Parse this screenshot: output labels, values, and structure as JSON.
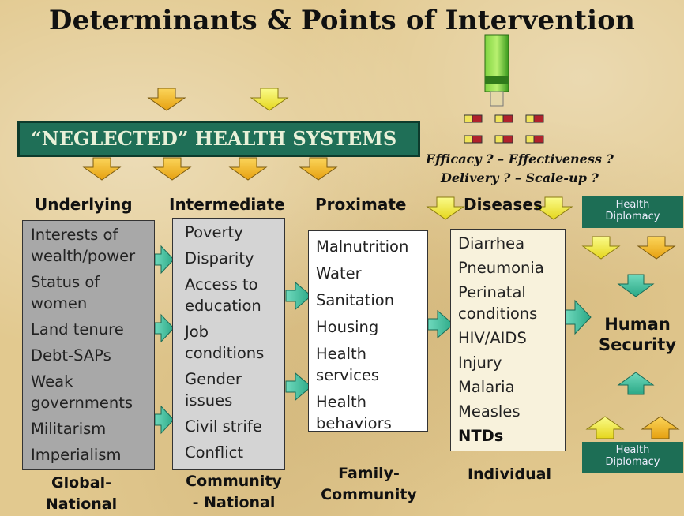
{
  "title": "Determinants & Points of Intervention",
  "banner": "“NEGLECTED” HEALTH SYSTEMS",
  "questions": {
    "line1": "Efficacy ? – Effectiveness ?",
    "line2": "Delivery ? – Scale-up ?"
  },
  "columns": {
    "underlying": {
      "header": "Underlying",
      "items": [
        "Interests of",
        "wealth/power",
        "Status of",
        "women",
        "Land tenure",
        "Debt-SAPs",
        "Weak",
        "governments",
        "Militarism",
        "Imperialism"
      ],
      "footer1": "Global-",
      "footer2": "National"
    },
    "intermediate": {
      "header": "Intermediate",
      "items": [
        "Poverty",
        "Disparity",
        "Access to",
        "education",
        "Job",
        "conditions",
        "Gender",
        "issues",
        "Civil strife",
        "Conflict"
      ],
      "footer1": "Community",
      "footer2": "- National"
    },
    "proximate": {
      "header": "Proximate",
      "items": [
        "Malnutrition",
        "Water",
        "Sanitation",
        "Housing",
        "Health",
        "services",
        "Health",
        "behaviors"
      ],
      "footer1": "Family-",
      "footer2": "Community"
    },
    "diseases": {
      "header": "Diseases",
      "items": [
        "Diarrhea",
        "Pneumonia",
        "Perinatal",
        "conditions",
        "HIV/AIDS",
        "Injury",
        "Malaria",
        "Measles",
        "NTDs"
      ],
      "footer1": "Individual"
    }
  },
  "diplomacy_top": {
    "line1": "Health",
    "line2": "Diplomacy"
  },
  "diplomacy_bottom": {
    "line1": "Health",
    "line2": "Diplomacy"
  },
  "human_security": {
    "line1": "Human",
    "line2": "Security"
  },
  "colors": {
    "background": "#e2c98f",
    "banner": "#1f6f57",
    "arrow_orange": "#f2b21c",
    "arrow_yellow": "#f0e63a",
    "arrow_teal": "#3fb89a",
    "box_gray_dark": "#a6a6a6",
    "box_gray_light": "#d2d2d2"
  }
}
